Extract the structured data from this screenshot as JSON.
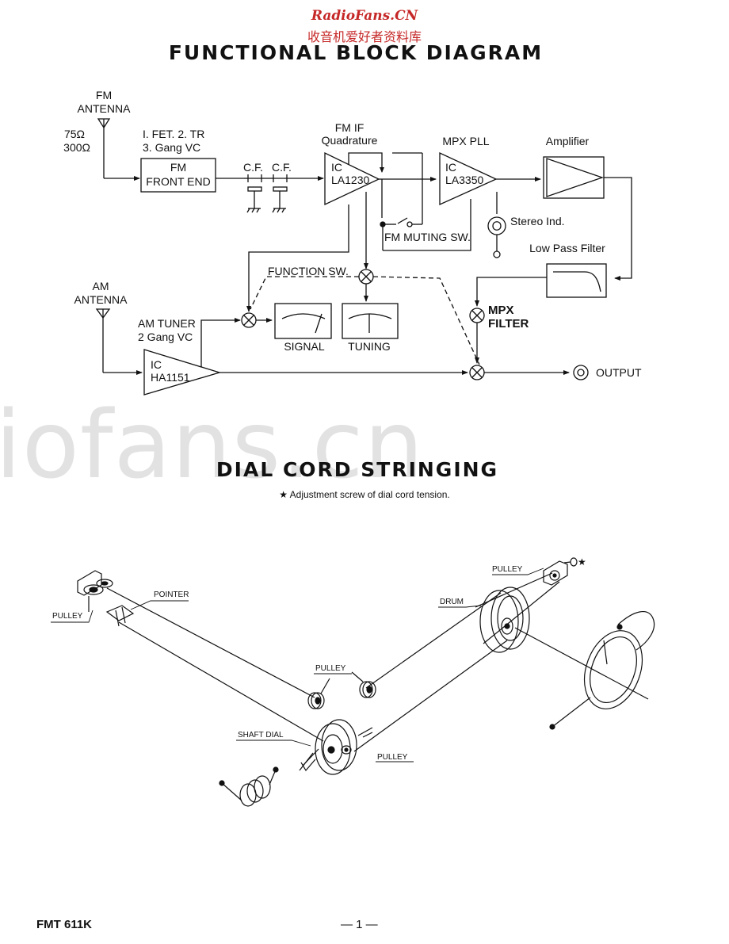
{
  "watermark": {
    "site": "RadioFans.CN",
    "site_cn": "收音机爱好者资料库",
    "background": "iofans.cn"
  },
  "block_diagram": {
    "title": "FUNCTIONAL BLOCK DIAGRAM",
    "fm_antenna": {
      "line1": "FM",
      "line2": "ANTENNA",
      "imp1": "75Ω",
      "imp2": "300Ω"
    },
    "front_end": {
      "spec1": "I. FET. 2. TR",
      "spec2": "3. Gang VC",
      "line1": "FM",
      "line2": "FRONT END"
    },
    "cf_labels": [
      "C.F.",
      "C.F."
    ],
    "fm_if": {
      "line1": "FM  IF",
      "line2": "Quadrature",
      "ic": "IC",
      "part": "LA1230"
    },
    "mpx_pll": {
      "title": "MPX  PLL",
      "ic": "IC",
      "part": "LA3350"
    },
    "amplifier": "Amplifier",
    "stereo_ind": "Stereo  Ind.",
    "fm_muting_sw": "FM MUTING SW.",
    "low_pass_filter": "Low Pass Filter",
    "function_sw": "FUNCTION SW.",
    "am_antenna": {
      "line1": "AM",
      "line2": "ANTENNA"
    },
    "am_tuner": {
      "line1": "AM TUNER",
      "line2": "2 Gang VC",
      "ic": "IC",
      "part": "HA1151"
    },
    "signal_meter": "SIGNAL",
    "tuning_meter": "TUNING",
    "mpx_filter": {
      "line1": "MPX",
      "line2": "FILTER"
    },
    "output": "OUTPUT"
  },
  "dial_cord": {
    "title": "DIAL CORD STRINGING",
    "note": "★  Adjustment screw of dial cord tension.",
    "labels": {
      "pulley_left": "PULLEY",
      "pointer": "POINTER",
      "pulley_top_right": "PULLEY",
      "star": "★",
      "drum": "DRUM",
      "pulley_middle": "PULLEY",
      "shaft_dial": "SHAFT DIAL",
      "pulley_bottom": "PULLEY"
    }
  },
  "footer": {
    "model": "FMT 611K",
    "page": "— 1 —"
  }
}
